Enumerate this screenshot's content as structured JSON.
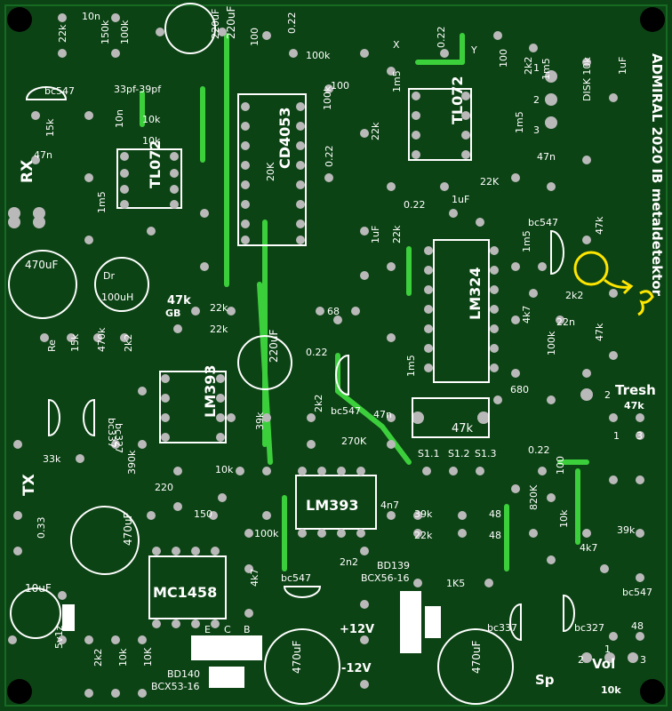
{
  "title": "ADMIRAL 2020 IB metaldetektor",
  "labels": {
    "rx": "RX",
    "tx": "TX",
    "tresh": "Tresh",
    "vol": "Vol",
    "sp": "Sp",
    "gb": "GB",
    "dr": "Dr",
    "dr_val": "100uH",
    "x": "X",
    "y": "Y",
    "disk": "DISK 10k",
    "plus12": "+12V",
    "minus12": "-12V",
    "s11": "S1.1",
    "s12": "S1.2",
    "s13": "S1.3",
    "pcb": "33pf-39pf",
    "bd139": "BD139",
    "bcx56": "BCX56-16",
    "bd140": "BD140",
    "bcx53": "BCX53-16",
    "tresh_val": "47k",
    "vol_val": "10k",
    "gb_val": "47k",
    "bc547_a": "bc547",
    "bc547_b": "bc547",
    "bc547_c": "bc547",
    "bc547_d": "bc547",
    "bc337_a": "bc337",
    "bc337_b": "bc337",
    "bc327_a": "bc327",
    "bc327_b": "bc327",
    "zener": "5v1z",
    "pot_47k": "47k",
    "ic_tl072_a": "TL072",
    "ic_tl072_b": "TL072",
    "ic_cd4053": "CD4053",
    "ic_lm324": "LM324",
    "ic_lm393_a": "LM393",
    "ic_lm393_b": "LM393",
    "ic_mc1458": "MC1458",
    "cap_220u_a": "220uF",
    "cap_220u_b": "220uF",
    "cap_470u_a": "470uF",
    "cap_470u_b": "470uF",
    "cap_470u_c": "470uF",
    "cap_470u_d": "470uF",
    "cap_10u": "10uF",
    "p1": "1",
    "p2": "2",
    "p3": "3",
    "p1b": "1",
    "p2b": "2",
    "p3b": "3",
    "p1c": "1",
    "p2c": "2",
    "p3c": "3",
    "ecb1": "E",
    "ecb2": "C",
    "ecb3": "B"
  },
  "parts": [
    "22k",
    "10n",
    "150k",
    "100k",
    "220uF",
    "0.22",
    "100",
    "100k",
    "0.22",
    "100",
    "2k2",
    "1uF",
    "bc547",
    "10k",
    "10k",
    "15k",
    "10n",
    "47n",
    "100",
    "1m5",
    "100k",
    "1m5",
    "1m5",
    "47n",
    "20K",
    "0.22",
    "22k",
    "22K",
    "0.22",
    "1uF",
    "1m5",
    "1m5",
    "47k",
    "2k2",
    "22k",
    "1uF",
    "22k",
    "68",
    "0.22",
    "47n",
    "1m5",
    "4k7",
    "100k",
    "22n",
    "47k",
    "Re",
    "15k",
    "470k",
    "2k2",
    "22k",
    "680",
    "2k2",
    "39k",
    "270K",
    "0.22",
    "33k",
    "390k",
    "10k",
    "220",
    "150",
    "100",
    "820K",
    "39k",
    "22k",
    "48",
    "48",
    "1K5",
    "2n2",
    "4k7",
    "10k",
    "100k",
    "0.33",
    "2k2",
    "10k",
    "10K",
    "48",
    "39k",
    "4k7",
    "4n7"
  ],
  "colors": {
    "board": "#0e4a16",
    "track": "#3ccf3c",
    "silk": "#ffffff",
    "pad": "#b9b9b9",
    "annot": "#ffe600"
  }
}
